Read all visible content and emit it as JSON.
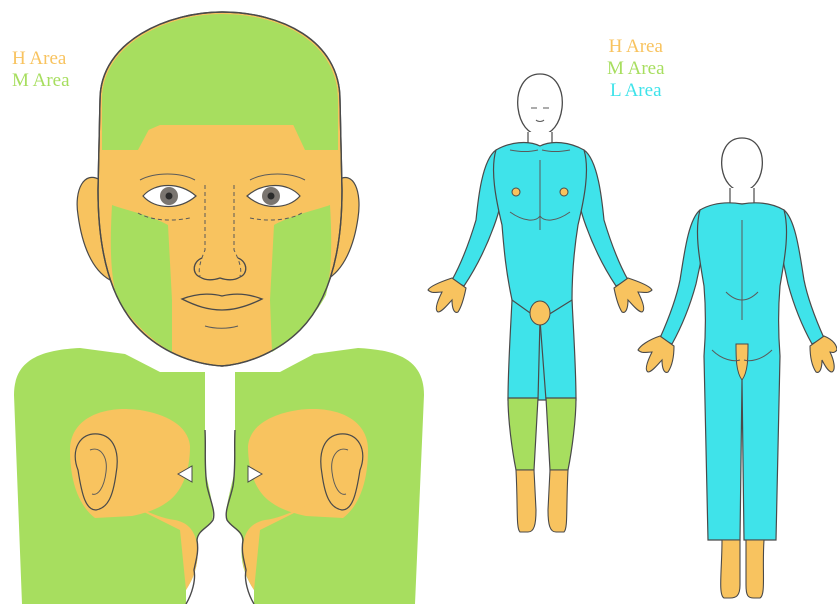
{
  "colors": {
    "h_area": "#f8c35f",
    "m_area": "#a7de5f",
    "l_area": "#3fe3ea",
    "outline": "#4a4a4a",
    "skin_line": "#5a5a5a",
    "iris": "#7a7570"
  },
  "legend_left": {
    "h_label": "H Area",
    "m_label": "M Area"
  },
  "legend_right": {
    "h_label": "H Area",
    "m_label": "M Area",
    "l_label": "L Area"
  }
}
